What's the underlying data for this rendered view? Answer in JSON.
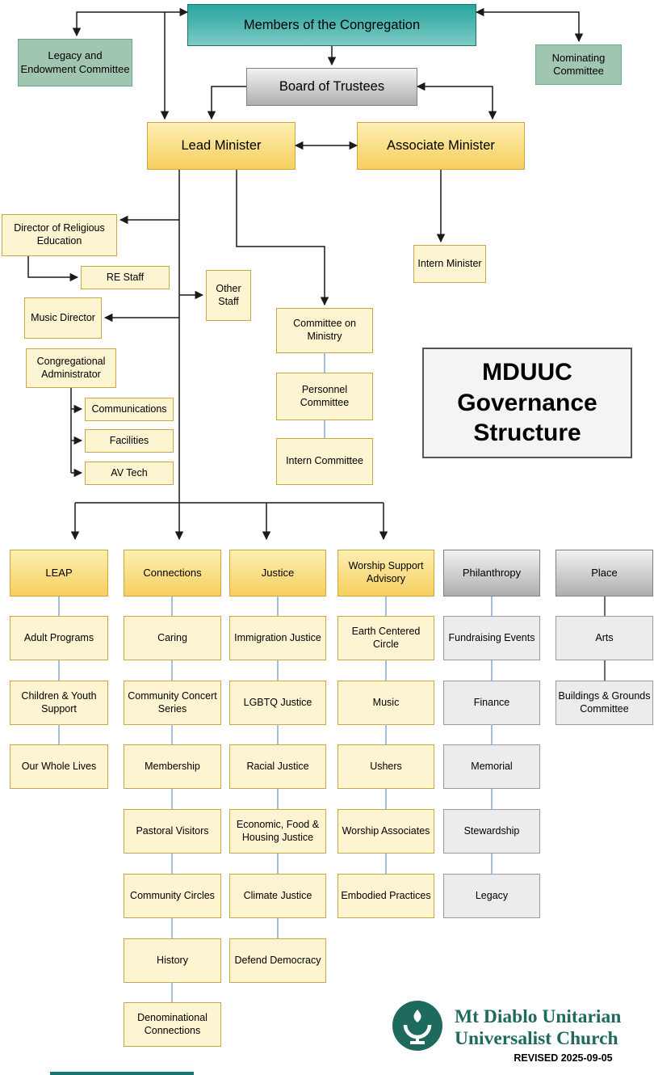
{
  "title": "MDUUC Governance Structure",
  "nodes": {
    "members": "Members of the Congregation",
    "legacy": "Legacy and Endowment Committee",
    "nominating": "Nominating Committee",
    "board": "Board of Trustees",
    "lead_minister": "Lead Minister",
    "associate_minister": "Associate Minister",
    "dre": "Director of Religious Education",
    "re_staff": "RE Staff",
    "other_staff": "Other Staff",
    "music_director": "Music Director",
    "congregational_administrator": "Congregational Administrator",
    "communications": "Communications",
    "facilities": "Facilities",
    "av_tech": "AV Tech",
    "intern_minister": "Intern Minister",
    "committee_on_ministry": "Committee on Ministry",
    "personnel_committee": "Personnel Committee",
    "intern_committee": "Intern Committee"
  },
  "columns": [
    {
      "header": "LEAP",
      "items": [
        "Adult Programs",
        "Children & Youth Support",
        "Our Whole Lives"
      ]
    },
    {
      "header": "Connections",
      "items": [
        "Caring",
        "Community Concert Series",
        "Membership",
        "Pastoral Visitors",
        "Community Circles",
        "History",
        "Denominational Connections"
      ]
    },
    {
      "header": "Justice",
      "items": [
        "Immigration Justice",
        "LGBTQ Justice",
        "Racial Justice",
        "Economic, Food & Housing Justice",
        "Climate Justice",
        "Defend Democracy"
      ]
    },
    {
      "header": "Worship Support Advisory",
      "items": [
        "Earth Centered Circle",
        "Music",
        "Ushers",
        "Worship Associates",
        "Embodied Practices"
      ]
    },
    {
      "header": "Philanthropy",
      "items": [
        "Fundraising Events",
        "Finance",
        "Memorial",
        "Stewardship",
        "Legacy"
      ]
    },
    {
      "header": "Place",
      "items": [
        "Arts",
        "Buildings & Grounds Committee"
      ]
    }
  ],
  "footer": {
    "org_name": "Mt Diablo Unitarian Universalist Church",
    "revised": "REVISED 2025-09-05",
    "logo_icon": "chalice-logo-icon"
  },
  "colors": {
    "teal_top": "#29a69f",
    "teal_bottom": "#7eccc6",
    "teal_border": "#16756f",
    "sage": "#a0c6b2",
    "sage_border": "#6fa88c",
    "gray_top": "#f2f2f2",
    "gray_bottom": "#aeaeae",
    "gray_border": "#808080",
    "gold_top": "#fdefb3",
    "gold_bottom": "#f6cf5e",
    "gold_border": "#d3a539",
    "lite_yellow": "#fdf4d2",
    "lite_border": "#c9a842",
    "graybox": "#ececec",
    "graybox_border": "#9a9a9a",
    "line": "#1a1a1a",
    "blue_connector": "#a6bfd8",
    "logo_teal": "#1e6a5c",
    "title_bg": "#f4f4f4"
  }
}
